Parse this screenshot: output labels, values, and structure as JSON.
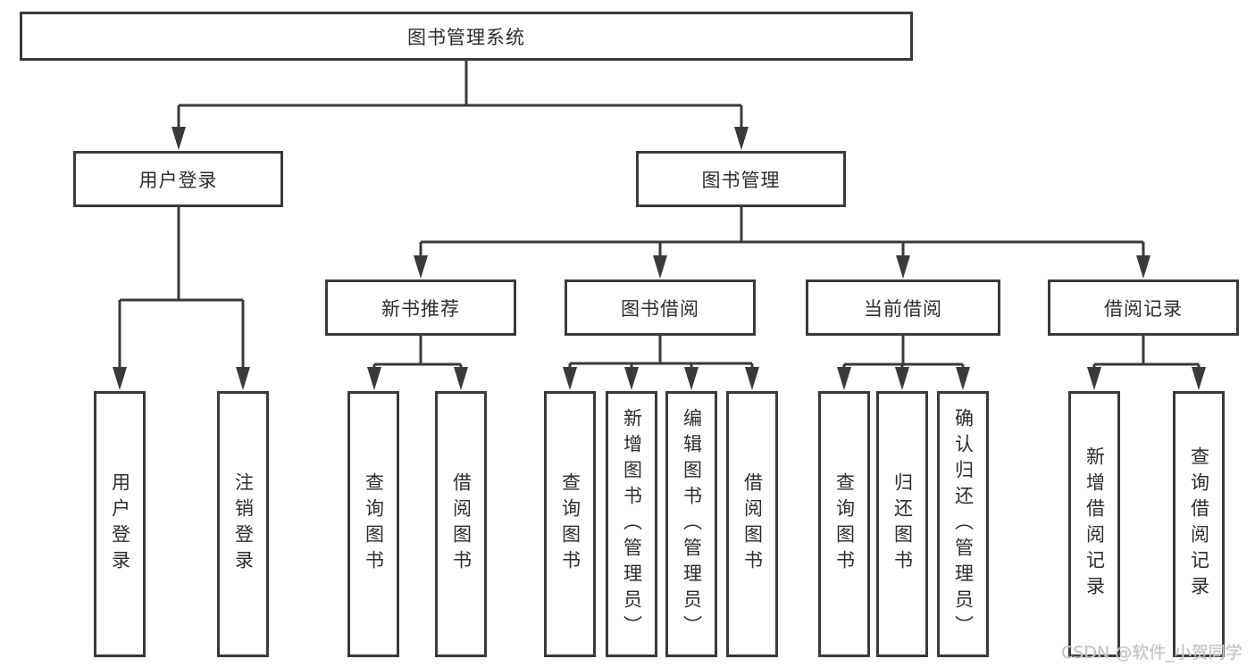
{
  "diagram_type": "hierarchy-tree",
  "colors": {
    "line": "#3a3a3a",
    "box_border": "#3a3a3a",
    "box_fill": "#ffffff",
    "text": "#2d2d2d",
    "watermark": "#c4c3c7",
    "background": "#ffffff"
  },
  "nodes": {
    "root": {
      "label": "图书管理系统"
    },
    "user_login": {
      "label": "用户登录"
    },
    "book_mgmt": {
      "label": "图书管理"
    },
    "new_books": {
      "label": "新书推荐"
    },
    "book_borrow": {
      "label": "图书借阅"
    },
    "current_borrow": {
      "label": "当前借阅"
    },
    "borrow_records": {
      "label": "借阅记录"
    }
  },
  "leaves": {
    "ul_login": {
      "label": "用户登录",
      "parent": "用户登录"
    },
    "ul_logout": {
      "label": "注销登录",
      "parent": "用户登录"
    },
    "nb_query": {
      "label": "查询图书",
      "parent": "新书推荐"
    },
    "nb_borrow": {
      "label": "借阅图书",
      "parent": "新书推荐"
    },
    "bb_query": {
      "label": "查询图书",
      "parent": "图书借阅"
    },
    "bb_add": {
      "label": "新增图书（管理员）",
      "parent": "图书借阅"
    },
    "bb_edit": {
      "label": "编辑图书（管理员）",
      "parent": "图书借阅"
    },
    "bb_borrow": {
      "label": "借阅图书",
      "parent": "图书借阅"
    },
    "cb_query": {
      "label": "查询图书",
      "parent": "当前借阅"
    },
    "cb_return": {
      "label": "归还图书",
      "parent": "当前借阅"
    },
    "cb_confirm": {
      "label": "确认归还（管理员）",
      "parent": "当前借阅"
    },
    "br_add": {
      "label": "新增借阅记录",
      "parent": "借阅记录"
    },
    "br_query": {
      "label": "查询借阅记录",
      "parent": "借阅记录"
    }
  },
  "watermark": {
    "text": "CSDN @软件_小贺同学"
  }
}
